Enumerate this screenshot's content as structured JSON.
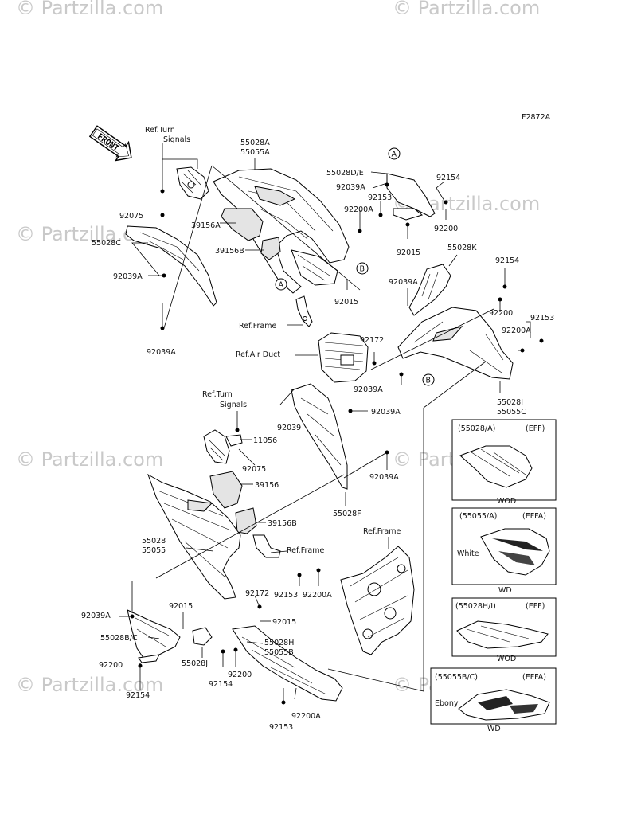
{
  "diagram_code": "F2872A",
  "front_label": "FRONT",
  "watermark": "© Partzilla.com",
  "callout_a": "A",
  "callout_b": "B",
  "labels": {
    "ref_turn_signals_1": "Ref.Turn",
    "ref_turn_signals_2": "Signals",
    "l_92075a": "92075",
    "l_55028ce": "55028C",
    "l_92039a_1": "92039A",
    "l_92039a_2": "92039A",
    "l_55028a": "55028A",
    "l_55055a": "55055A",
    "l_39156a": "39156A",
    "l_39156b": "39156B",
    "l_ref_frame_1": "Ref.Frame",
    "l_55028de": "55028D/E",
    "l_92039a_3": "92039A",
    "l_92153_1": "92153",
    "l_92154_1": "92154",
    "l_92200a_1": "92200A",
    "l_92200_1": "92200",
    "l_92015_1": "92015",
    "l_92015_2": "92015",
    "l_55028k": "55028K",
    "l_92154_2": "92154",
    "l_92039a_4": "92039A",
    "l_92200_2": "92200",
    "l_92153_2": "92153",
    "l_92200a_2": "92200A",
    "l_92172_1": "92172",
    "l_ref_air_duct": "Ref.Air Duct",
    "l_92039a_5": "92039A",
    "l_55028i": "55028I",
    "l_55055c": "55055C",
    "ref_turn_signals_b1": "Ref.Turn",
    "ref_turn_signals_b2": "Signals",
    "l_92039": "92039",
    "l_92039a_6": "92039A",
    "l_11056": "11056",
    "l_92075b": "92075",
    "l_39156": "39156",
    "l_92039a_7": "92039A",
    "l_55028f": "55028F",
    "l_39156b_2": "39156B",
    "l_55028": "55028",
    "l_55055": "55055",
    "l_ref_frame_2": "Ref.Frame",
    "l_ref_frame_3": "Ref.Frame",
    "l_92153_3": "92153",
    "l_92200a_3": "92200A",
    "l_92172_2": "92172",
    "l_92039a_8": "92039A",
    "l_92015_3": "92015",
    "l_92015_4": "92015",
    "l_55028bc": "55028B/C",
    "l_55028j": "55028J",
    "l_55028h": "55028H",
    "l_55055b": "55055B",
    "l_92200_3": "92200",
    "l_92154_3": "92154",
    "l_92200_4": "92200",
    "l_92154_4": "92154",
    "l_92153_4": "92153",
    "l_92200a_4": "92200A"
  },
  "variant_boxes": [
    {
      "code": "(55028/A)",
      "model": "(EFF)",
      "color": "",
      "footer": "WOD"
    },
    {
      "code": "(55055/A)",
      "model": "(EFFA)",
      "color": "White",
      "footer": "WD"
    },
    {
      "code": "(55028H/I)",
      "model": "(EFF)",
      "color": "",
      "footer": "WOD"
    },
    {
      "code": "(55055B/C)",
      "model": "(EFFA)",
      "color": "Ebony",
      "footer": "WD"
    }
  ]
}
